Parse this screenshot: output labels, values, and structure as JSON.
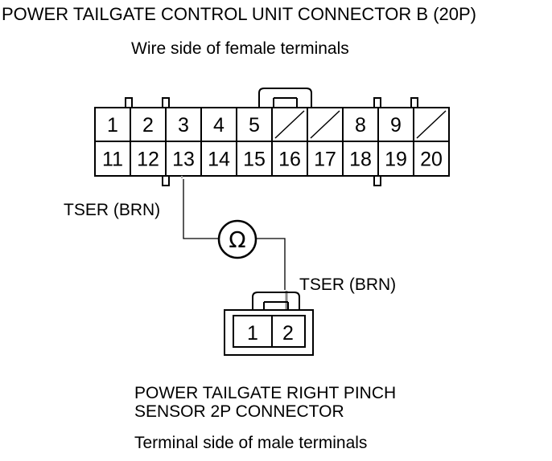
{
  "title": "POWER TAILGATE CONTROL UNIT CONNECTOR B (20P)",
  "subtitle": "Wire side of female terminals",
  "connector_b": {
    "row1": [
      "1",
      "2",
      "3",
      "4",
      "5",
      "",
      "",
      "8",
      "9",
      ""
    ],
    "row2": [
      "11",
      "12",
      "13",
      "14",
      "15",
      "16",
      "17",
      "18",
      "19",
      "20"
    ],
    "empty_cavities": [
      6,
      7,
      10
    ]
  },
  "wire_label_1": "TSER (BRN)",
  "wire_label_2": "TSER (BRN)",
  "meter_symbol": "Ω",
  "sensor_connector": {
    "pins": [
      "1",
      "2"
    ],
    "title_line1": "POWER TAILGATE RIGHT PINCH",
    "title_line2": "SENSOR 2P CONNECTOR",
    "subtitle": "Terminal side of male terminals"
  }
}
